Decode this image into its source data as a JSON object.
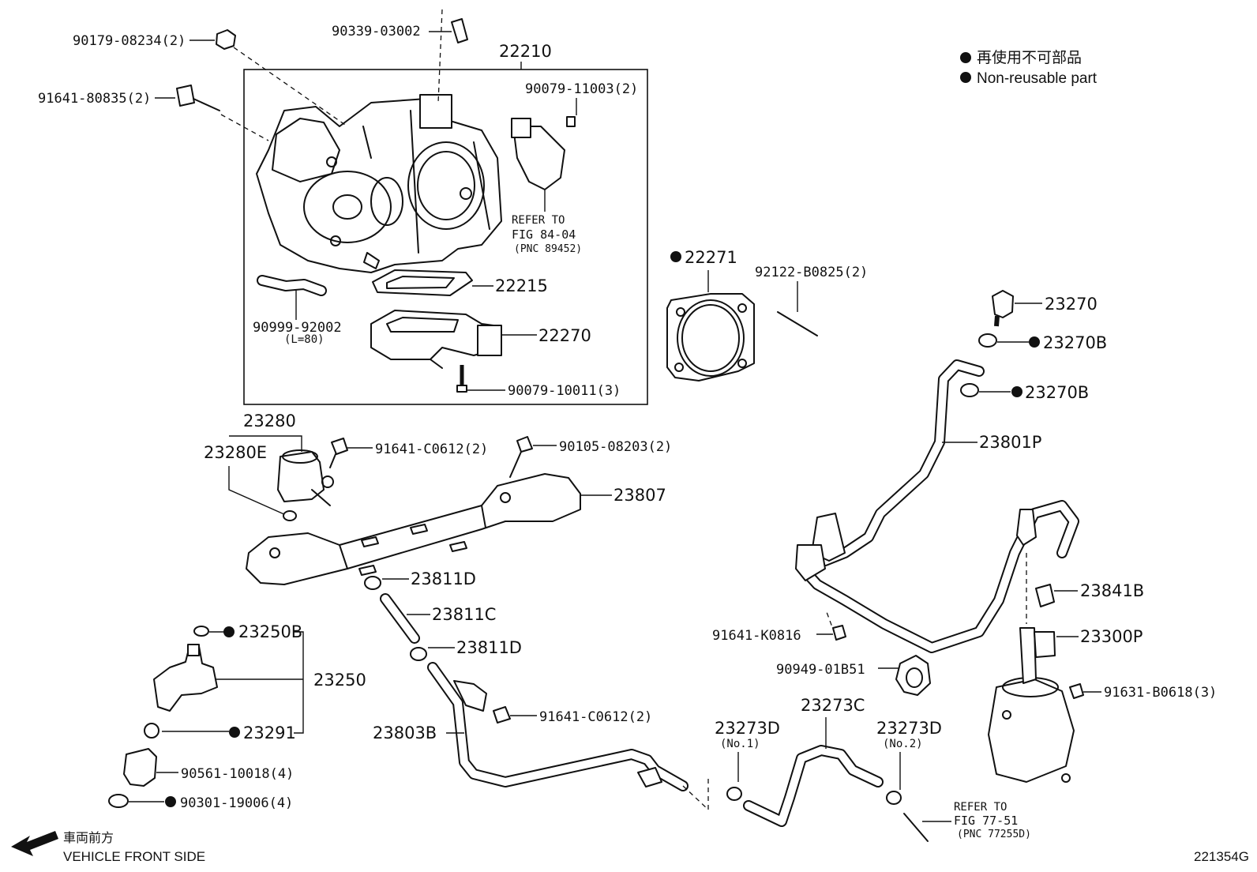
{
  "legend": {
    "line_ja": "再使用不可部品",
    "line_en": "Non-reusable part"
  },
  "footer": {
    "direction_ja": "車両前方",
    "direction_en": "VEHICLE FRONT SIDE",
    "figure_code": "221354G"
  },
  "parts": {
    "p22210": "22210",
    "p90179": "90179-08234(2)",
    "p90339": "90339-03002",
    "p91641_80835": "91641-80835(2)",
    "p90079_11003": "90079-11003(2)",
    "ref84_1": "REFER TO",
    "ref84_2": "FIG 84-04",
    "ref84_3": "(PNC 89452)",
    "p22215": "22215",
    "p22270": "22270",
    "p90999": "90999-92002",
    "p90999_len": "(L=80)",
    "p90079_10011": "90079-10011(3)",
    "p22271": "22271",
    "p92122": "92122-B0825(2)",
    "p23270": "23270",
    "p23270B_a": "23270B",
    "p23270B_b": "23270B",
    "p23801P": "23801P",
    "p23280": "23280",
    "p23280E": "23280E",
    "p91641_C0612_a": "91641-C0612(2)",
    "p90105": "90105-08203(2)",
    "p23807": "23807",
    "p23811D_a": "23811D",
    "p23811C": "23811C",
    "p23811D_b": "23811D",
    "p23250B": "23250B",
    "p23250": "23250",
    "p23291": "23291",
    "p90561": "90561-10018(4)",
    "p90301": "90301-19006(4)",
    "p23803B": "23803B",
    "p91641_C0612_b": "91641-C0612(2)",
    "p23841B": "23841B",
    "p23300P": "23300P",
    "p91641_K0816": "91641-K0816",
    "p90949": "90949-01B51",
    "p91631": "91631-B0618(3)",
    "p23273D_1": "23273D",
    "p23273D_1no": "(No.1)",
    "p23273C": "23273C",
    "p23273D_2": "23273D",
    "p23273D_2no": "(No.2)",
    "ref77_1": "REFER TO",
    "ref77_2": "FIG 77-51",
    "ref77_3": "(PNC 77255D)"
  }
}
